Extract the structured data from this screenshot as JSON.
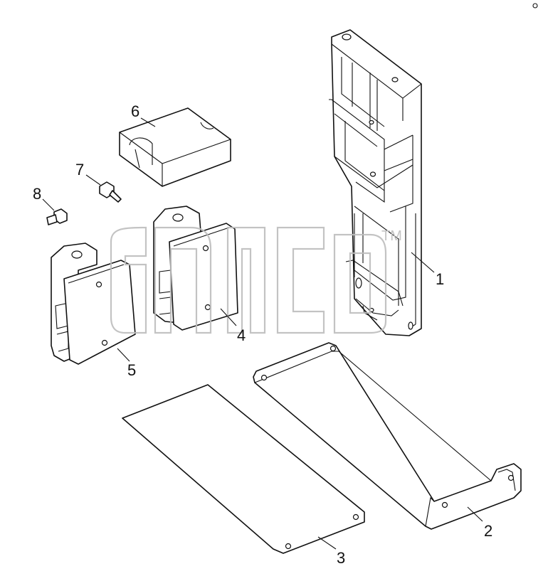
{
  "callouts": {
    "part_1": "1",
    "part_2": "2",
    "part_3": "3",
    "part_4": "4",
    "part_5": "5",
    "part_6": "6",
    "part_7": "7",
    "part_8": "8"
  },
  "watermark": {
    "trademark": "TM"
  },
  "colors": {
    "line": "#111111",
    "watermark": "#bdbdbd",
    "background": "#ffffff"
  }
}
